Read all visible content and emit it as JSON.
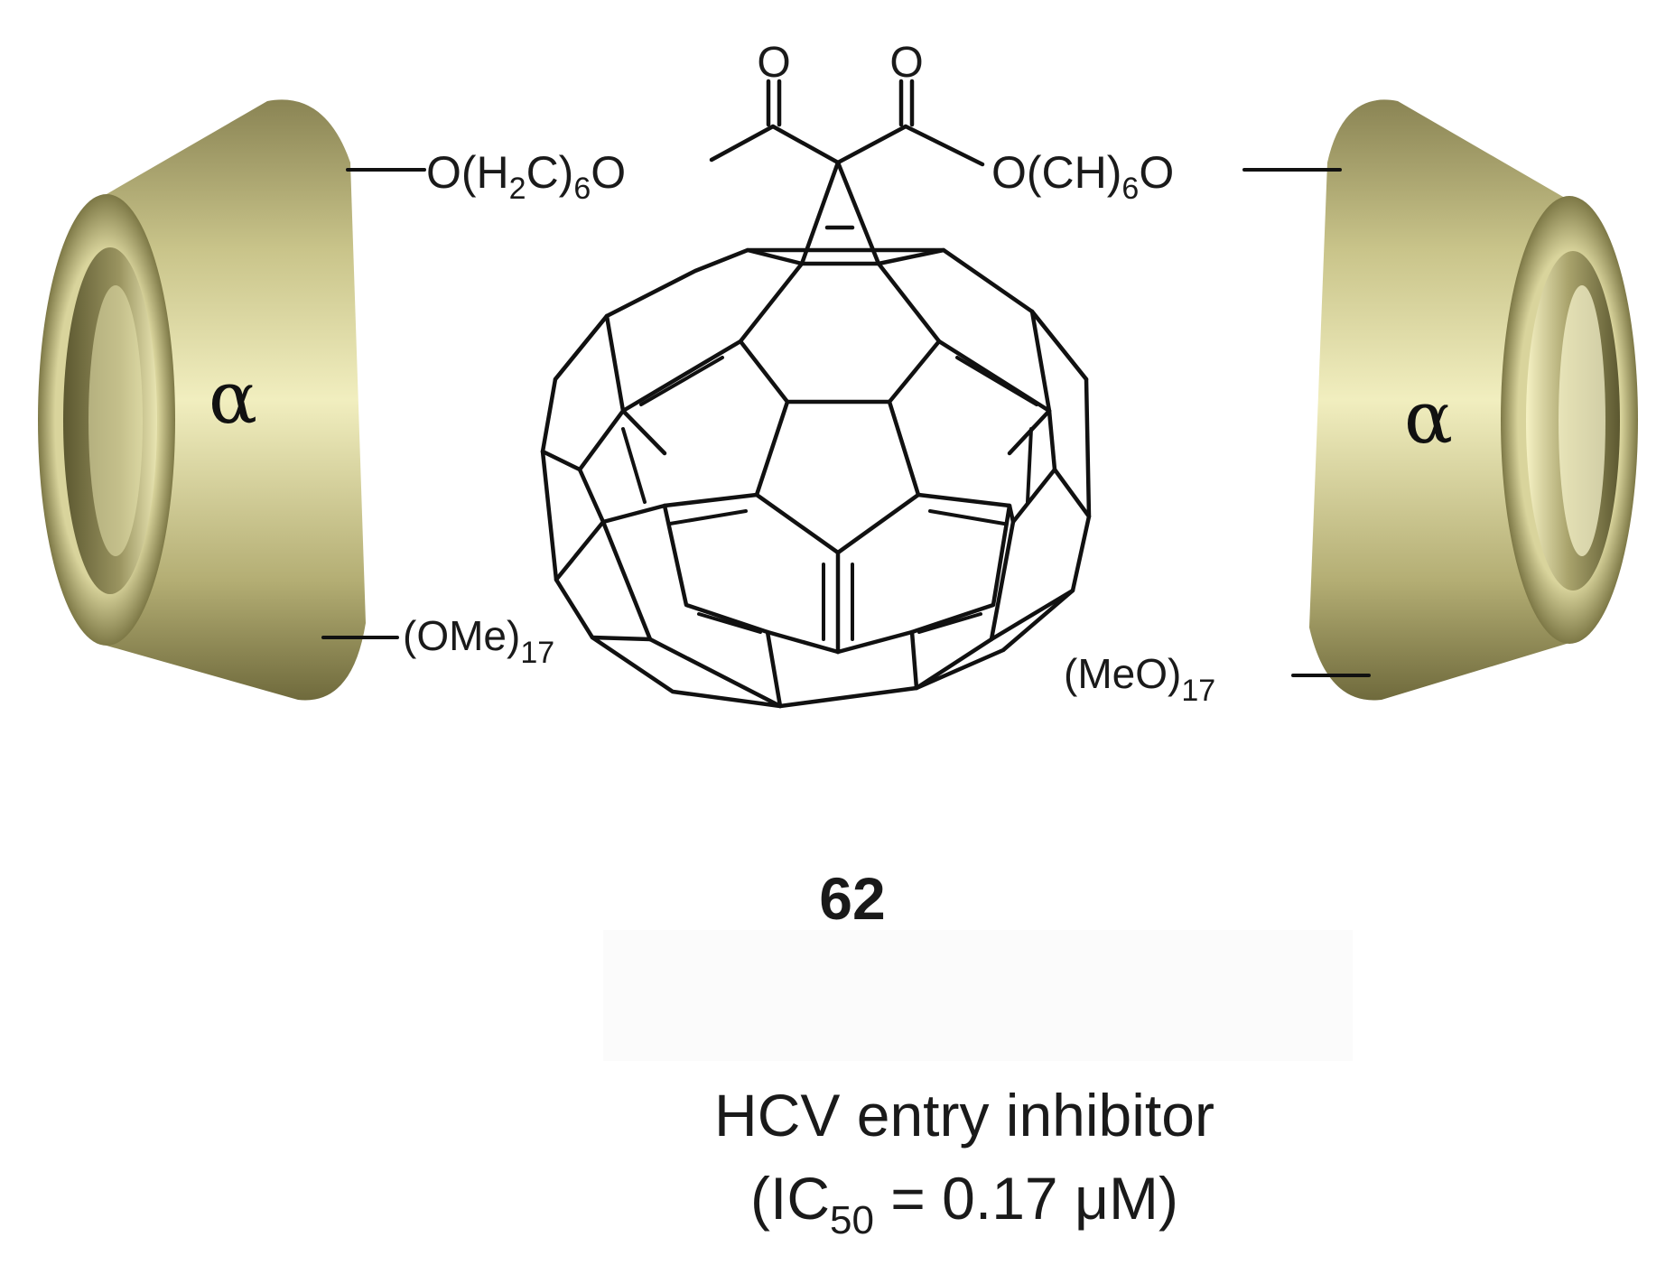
{
  "diagram": {
    "compound_number": "62",
    "left_cone": {
      "symbol": "α"
    },
    "right_cone": {
      "symbol": "α"
    },
    "carbonyl_oxygens": [
      "O",
      "O"
    ],
    "left_linker": {
      "main": "O(H",
      "sub1": "2",
      "mid": "C)",
      "sub2": "6",
      "end": "O"
    },
    "right_linker": {
      "main": "O(CH)",
      "sub": "6",
      "end": "O"
    },
    "left_substituent": {
      "main": "(OMe)",
      "sub": "17"
    },
    "right_substituent": {
      "main": "(MeO)",
      "sub": "17"
    },
    "activity": {
      "line1": "HCV entry inhibitor",
      "line2_open": "(IC",
      "line2_sub": "50",
      "line2_rest": " = 0.17 μM)"
    },
    "colors": {
      "cone_light": "#f4f1c0",
      "cone_mid": "#cfc98a",
      "cone_dark": "#7a7442",
      "bond": "#111111"
    }
  }
}
